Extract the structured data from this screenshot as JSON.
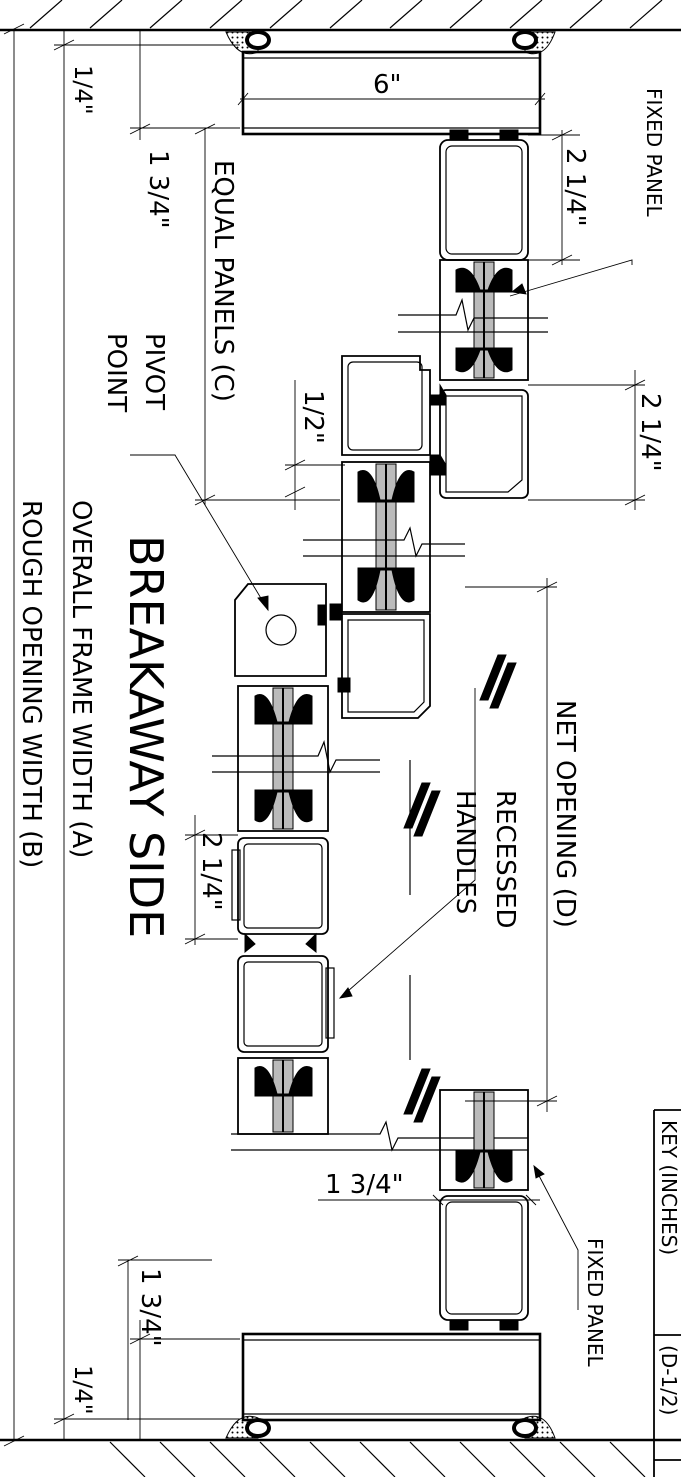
{
  "drawing": {
    "title": "BREAKAWAY SIDE",
    "labels": {
      "overall_frame_width": "OVERALL FRAME WIDTH  (A)",
      "rough_opening_width": "ROUGH OPENING WIDTH  (B)",
      "equal_panels": "EQUAL PANELS (C)",
      "pivot_point_1": "PIVOT",
      "pivot_point_2": "POINT",
      "net_opening": "NET OPENING (D)",
      "recessed_handles_1": "RECESSED",
      "recessed_handles_2": "HANDLES",
      "fixed_panel_top": "FIXED PANEL",
      "fixed_panel_bottom": "FIXED PANEL"
    },
    "dimensions": {
      "top_quarter": "1/4\"",
      "bottom_quarter": "1/4\"",
      "header_six": "6\"",
      "top_one_three_quarter": "1 3/4\"",
      "bottom_one_three_quarter_left": "1 3/4\"",
      "bottom_one_three_quarter_mid": "1 3/4\"",
      "two_quarter_top": "2 1/4\"",
      "two_quarter_right": "2 1/4\"",
      "two_quarter_mid": "2 1/4\"",
      "half": "1/2\""
    },
    "key_table": {
      "cell_1": "KEY (INCHES)",
      "cell_2": "(D-1/2)"
    }
  }
}
